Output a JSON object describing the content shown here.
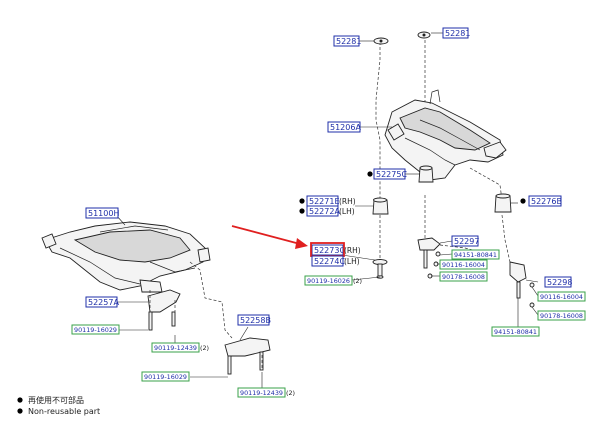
{
  "labels": {
    "p52281_left": "52281",
    "p52281_right": "52281",
    "p51206A": "51206A",
    "p52275C": "52275C",
    "p52271E": "52271E",
    "p52272A": "52272A",
    "p52276B": "52276B",
    "p52273C": "52273C",
    "p52274C": "52274C",
    "p52297": "52297",
    "p52298": "52298",
    "p51100H": "51100H",
    "p52257A": "52257A",
    "p52258B": "52258B",
    "rh": "(RH)",
    "lh": "(LH)"
  },
  "fasteners": {
    "f90119_16026": "90119-16026",
    "f90119_16026_qty": "(2)",
    "f94151_80841_a": "94151-80841",
    "f90116_16004_a": "90116-16004",
    "f90178_16008_a": "90178-16008",
    "f90116_16004_b": "90116-16004",
    "f90178_16008_b": "90178-16008",
    "f94151_80841_b": "94151-80841",
    "f90119_16029_a": "90119-16029",
    "f90119_12439_a": "90119-12439",
    "f90119_12439_a_qty": "(2)",
    "f90119_16029_b": "90119-16029",
    "f90119_12439_b": "90119-12439",
    "f90119_12439_b_qty": "(2)"
  },
  "legend": {
    "zh": "再使用不可部品",
    "en": "Non-reusable part"
  },
  "colors": {
    "label_border": "#1f2fa8",
    "fastener_border": "#3aa04a",
    "highlight": "#e02020",
    "arrow": "#e02020"
  }
}
